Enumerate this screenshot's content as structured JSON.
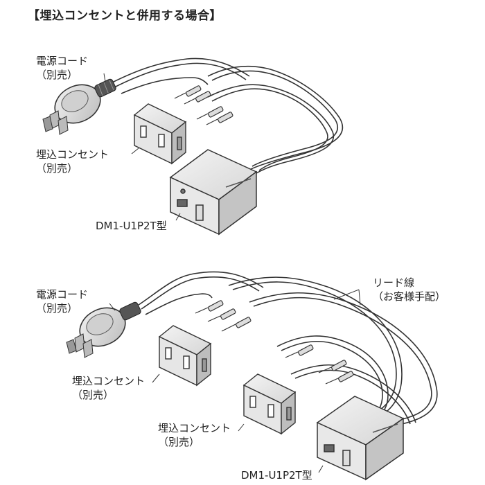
{
  "title": "【埋込コンセントと併用する場合】",
  "diagram1": {
    "power_cord": {
      "line1": "電源コード",
      "line2": "（別売）"
    },
    "outlet": {
      "line1": "埋込コンセント",
      "line2": "（別売）"
    },
    "model": "DM1-U1P2T型"
  },
  "diagram2": {
    "power_cord": {
      "line1": "電源コード",
      "line2": "（別売）"
    },
    "lead_wire": {
      "line1": "リード線",
      "line2": "（お客様手配）"
    },
    "outlet_a": {
      "line1": "埋込コンセント",
      "line2": "（別売）"
    },
    "outlet_b": {
      "line1": "埋込コンセント",
      "line2": "（別売）"
    },
    "model": "DM1-U1P2T型"
  },
  "colors": {
    "line": "#333333",
    "fill_light": "#e8e8e8",
    "fill_mid": "#cfcfcf",
    "fill_dark": "#9a9a9a"
  }
}
